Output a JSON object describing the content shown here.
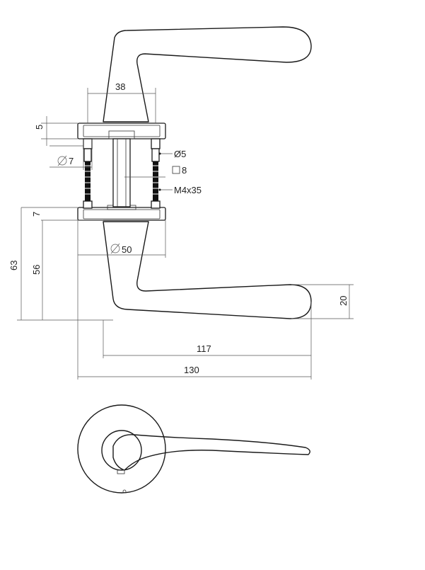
{
  "dimensions": {
    "rose_width": "38",
    "rose_plate_thickness": "5",
    "screw_head_diameter": "7",
    "screw_diameter": "Ø5",
    "spindle_square": "8",
    "screw_spec": "M4x35",
    "rose_thickness": "7",
    "rose_diameter": "50",
    "height_total": "63",
    "height_lever": "56",
    "lever_grip_height": "20",
    "lever_length_inner": "117",
    "lever_length_total": "130"
  },
  "colors": {
    "line": "#1a1a1a",
    "screw_thread": "#111111"
  }
}
